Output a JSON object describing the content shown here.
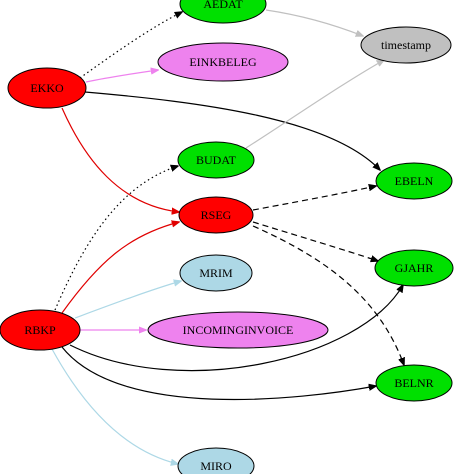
{
  "nodes": [
    {
      "id": "AEDAT",
      "label": "AEDAT",
      "fill": "#00e000"
    },
    {
      "id": "timestamp",
      "label": "timestamp",
      "fill": "#c0c0c0"
    },
    {
      "id": "EINKBELEG",
      "label": "EINKBELEG",
      "fill": "#ee82ee"
    },
    {
      "id": "EKKO",
      "label": "EKKO",
      "fill": "#ff0000"
    },
    {
      "id": "BUDAT",
      "label": "BUDAT",
      "fill": "#00e000"
    },
    {
      "id": "EBELN",
      "label": "EBELN",
      "fill": "#00e000"
    },
    {
      "id": "RSEG",
      "label": "RSEG",
      "fill": "#ff0000"
    },
    {
      "id": "GJAHR",
      "label": "GJAHR",
      "fill": "#00e000"
    },
    {
      "id": "MRIM",
      "label": "MRIM",
      "fill": "#add8e6"
    },
    {
      "id": "RBKP",
      "label": "RBKP",
      "fill": "#ff0000"
    },
    {
      "id": "INCOMINGINVOICE",
      "label": "INCOMINGINVOICE",
      "fill": "#ee82ee"
    },
    {
      "id": "BELNR",
      "label": "BELNR",
      "fill": "#00e000"
    },
    {
      "id": "MIRO",
      "label": "MIRO",
      "fill": "#add8e6"
    }
  ],
  "edges": [
    {
      "from": "EKKO",
      "to": "AEDAT",
      "style": "dotted",
      "color": "#000000"
    },
    {
      "from": "EKKO",
      "to": "EINKBELEG",
      "style": "solid",
      "color": "#ee82ee"
    },
    {
      "from": "EKKO",
      "to": "EBELN",
      "style": "solid",
      "color": "#000000"
    },
    {
      "from": "EKKO",
      "to": "RSEG",
      "style": "solid",
      "color": "#e00000"
    },
    {
      "from": "AEDAT",
      "to": "timestamp",
      "style": "solid",
      "color": "#c0c0c0"
    },
    {
      "from": "BUDAT",
      "to": "timestamp",
      "style": "solid",
      "color": "#c0c0c0"
    },
    {
      "from": "RSEG",
      "to": "EBELN",
      "style": "dashed",
      "color": "#000000"
    },
    {
      "from": "RSEG",
      "to": "GJAHR",
      "style": "dashed",
      "color": "#000000"
    },
    {
      "from": "RSEG",
      "to": "BELNR",
      "style": "dashed",
      "color": "#000000"
    },
    {
      "from": "RBKP",
      "to": "BUDAT",
      "style": "dotted",
      "color": "#000000"
    },
    {
      "from": "RBKP",
      "to": "RSEG",
      "style": "solid",
      "color": "#e00000"
    },
    {
      "from": "RBKP",
      "to": "MRIM",
      "style": "solid",
      "color": "#add8e6"
    },
    {
      "from": "RBKP",
      "to": "INCOMINGINVOICE",
      "style": "solid",
      "color": "#ee82ee"
    },
    {
      "from": "RBKP",
      "to": "GJAHR",
      "style": "solid",
      "color": "#000000"
    },
    {
      "from": "RBKP",
      "to": "BELNR",
      "style": "solid",
      "color": "#000000"
    },
    {
      "from": "RBKP",
      "to": "MIRO",
      "style": "solid",
      "color": "#add8e6"
    }
  ]
}
